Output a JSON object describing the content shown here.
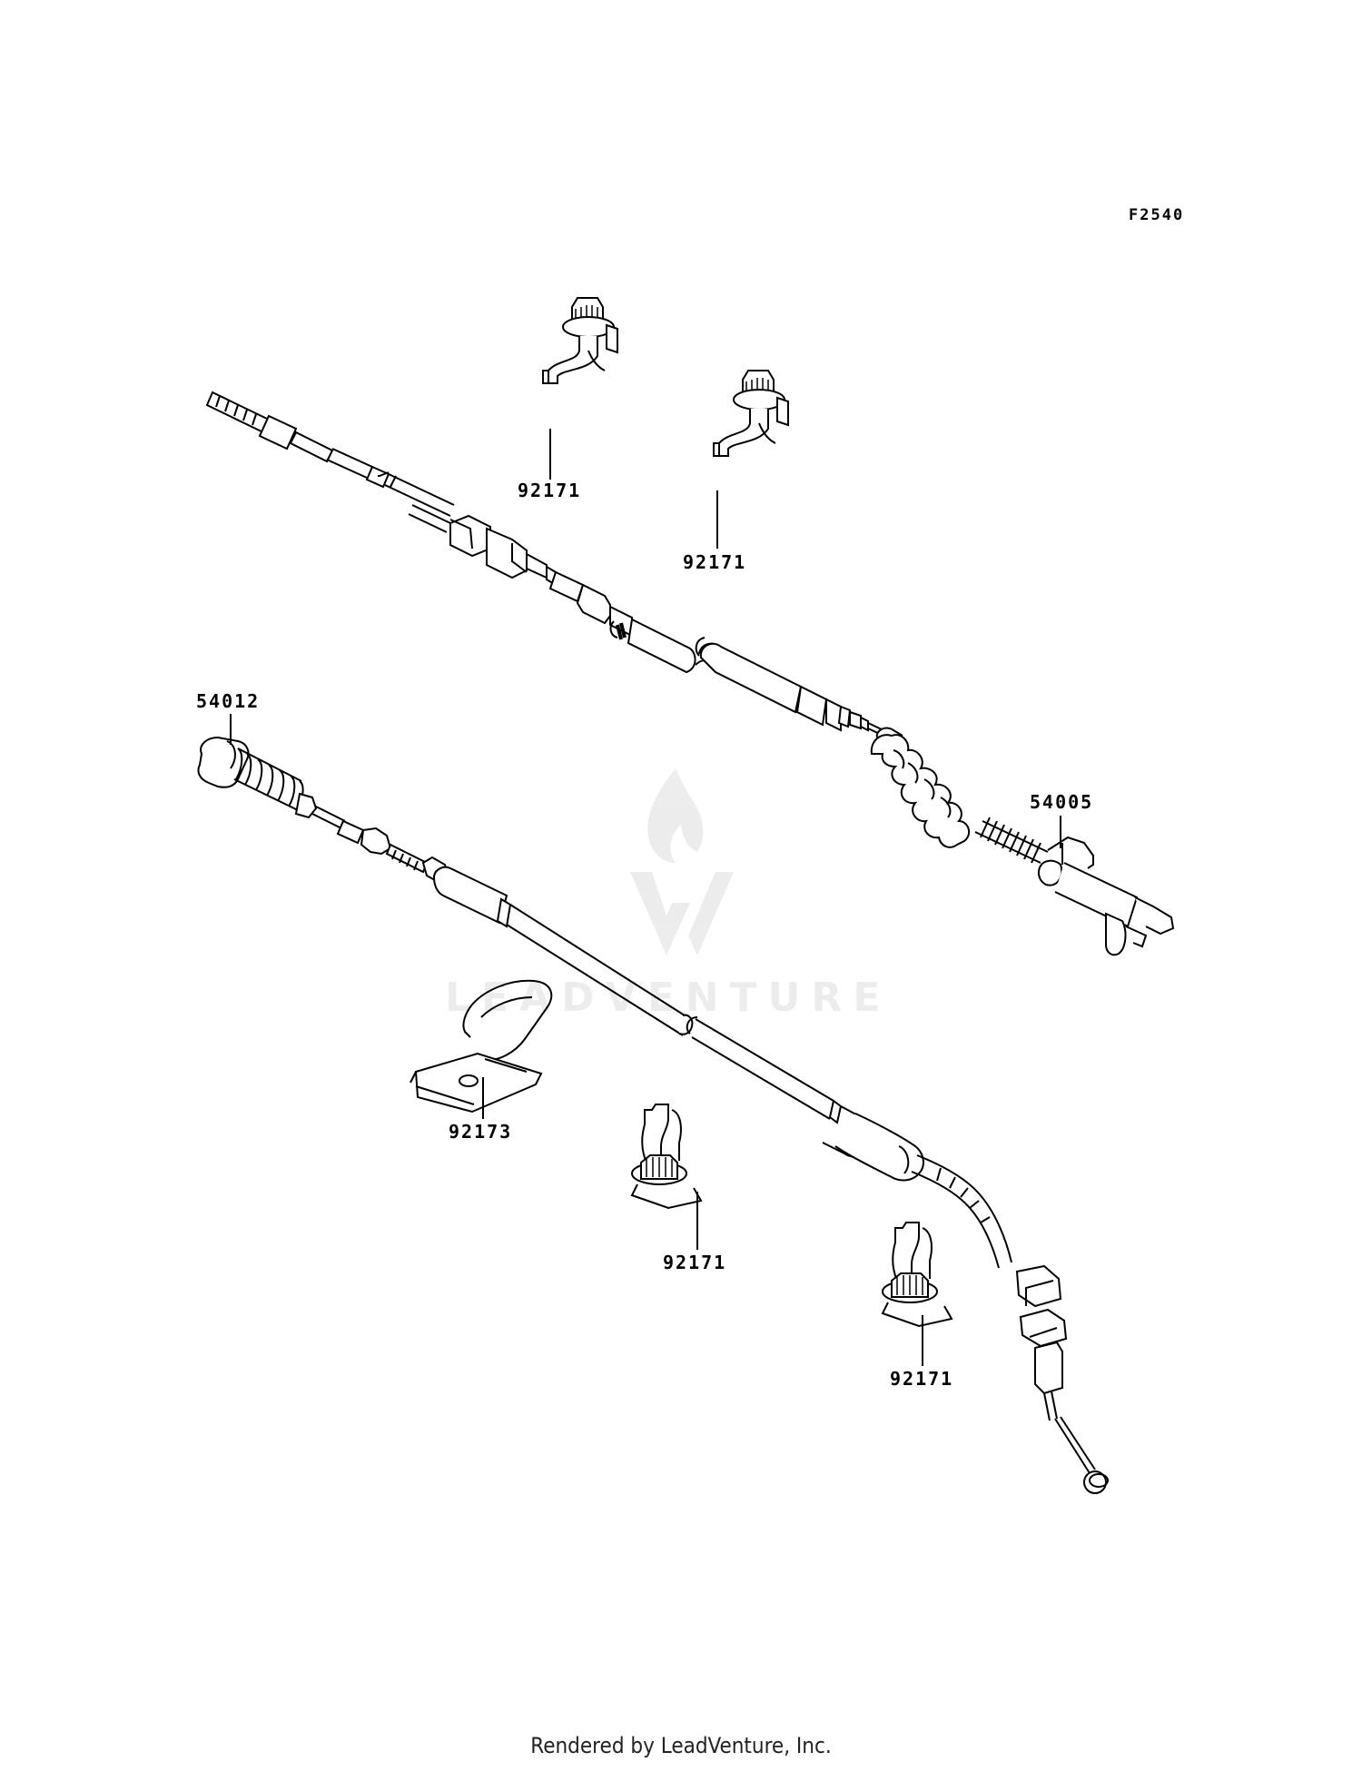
{
  "figure": {
    "code": "F2540"
  },
  "watermark": {
    "text": "LEADVENTURE"
  },
  "parts": {
    "clamp_upper_a": "92171",
    "clamp_upper_b": "92171",
    "spring_end": "54012",
    "cable_upper": "54005",
    "clamp_band": "92173",
    "clamp_lower_a": "92171",
    "clamp_lower_b": "92171"
  },
  "footer": {
    "text": "Rendered by LeadVenture, Inc."
  }
}
